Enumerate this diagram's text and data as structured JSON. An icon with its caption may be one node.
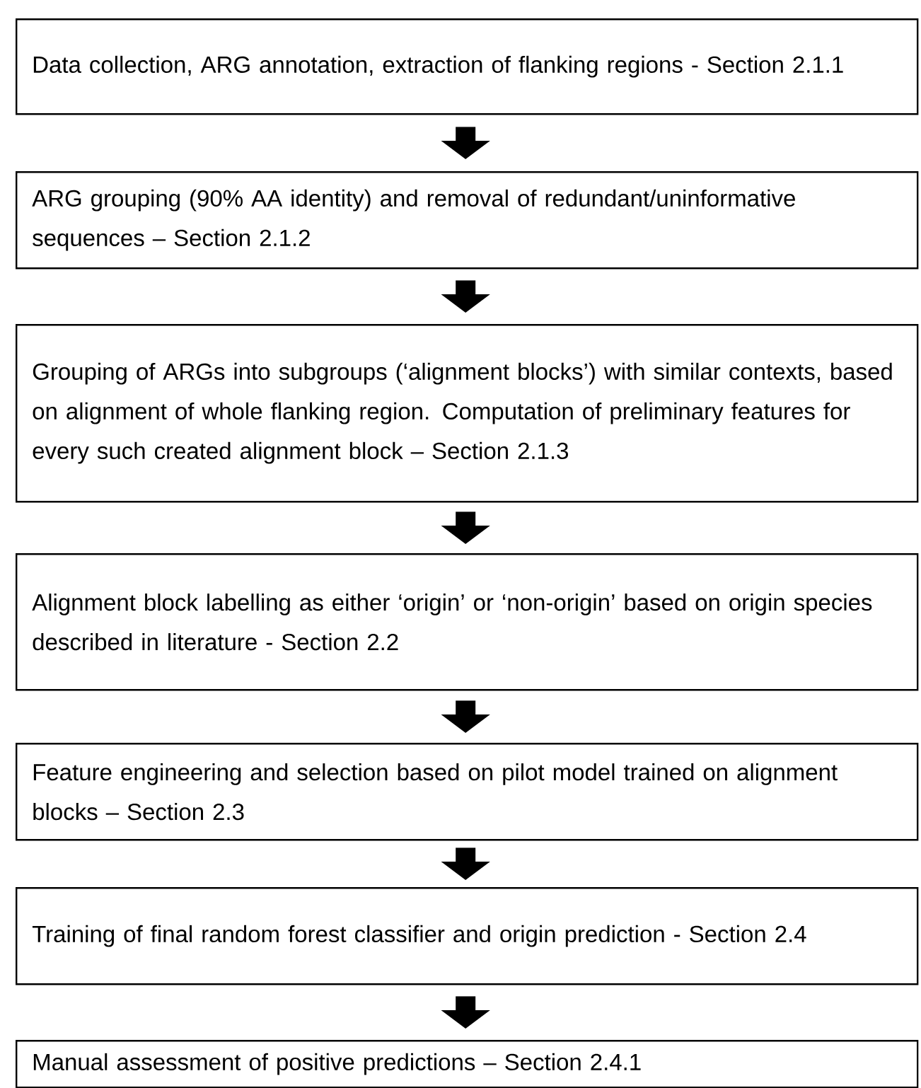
{
  "diagram": {
    "nodes": [
      {
        "text": [
          "Data collection, ARG annotation, extraction of flanking regions - Section 2.1.1"
        ]
      },
      {
        "text": [
          "ARG grouping (90% AA identity) and removal of redundant/uninformative sequences – Section 2.1.2"
        ]
      },
      {
        "text": [
          "Grouping of ARGs into subgroups (‘alignment blocks’) with similar contexts, based on alignment of whole flanking region. Computation of preliminary features for every such created alignment block – Section 2.1.3"
        ]
      },
      {
        "text": [
          "Alignment block labelling as either ‘origin’ or ‘non-origin’ based on origin species described in literature - Section 2.2"
        ]
      },
      {
        "text": [
          "Feature engineering and selection based on pilot model trained on alignment blocks – Section 2.3"
        ]
      },
      {
        "text": [
          "Training of final random forest classifier and origin prediction - Section 2.4"
        ]
      },
      {
        "text": [
          "Manual assessment of positive predictions – Section 2.4.1"
        ]
      }
    ],
    "edges": [
      {
        "from": 0,
        "to": 1,
        "arrow": "to"
      },
      {
        "from": 1,
        "to": 2,
        "arrow": "to"
      },
      {
        "from": 2,
        "to": 3,
        "arrow": "to"
      },
      {
        "from": 3,
        "to": 4,
        "arrow": "to"
      },
      {
        "from": 4,
        "to": 5,
        "arrow": "to"
      },
      {
        "from": 5,
        "to": 6,
        "arrow": "to"
      }
    ]
  }
}
